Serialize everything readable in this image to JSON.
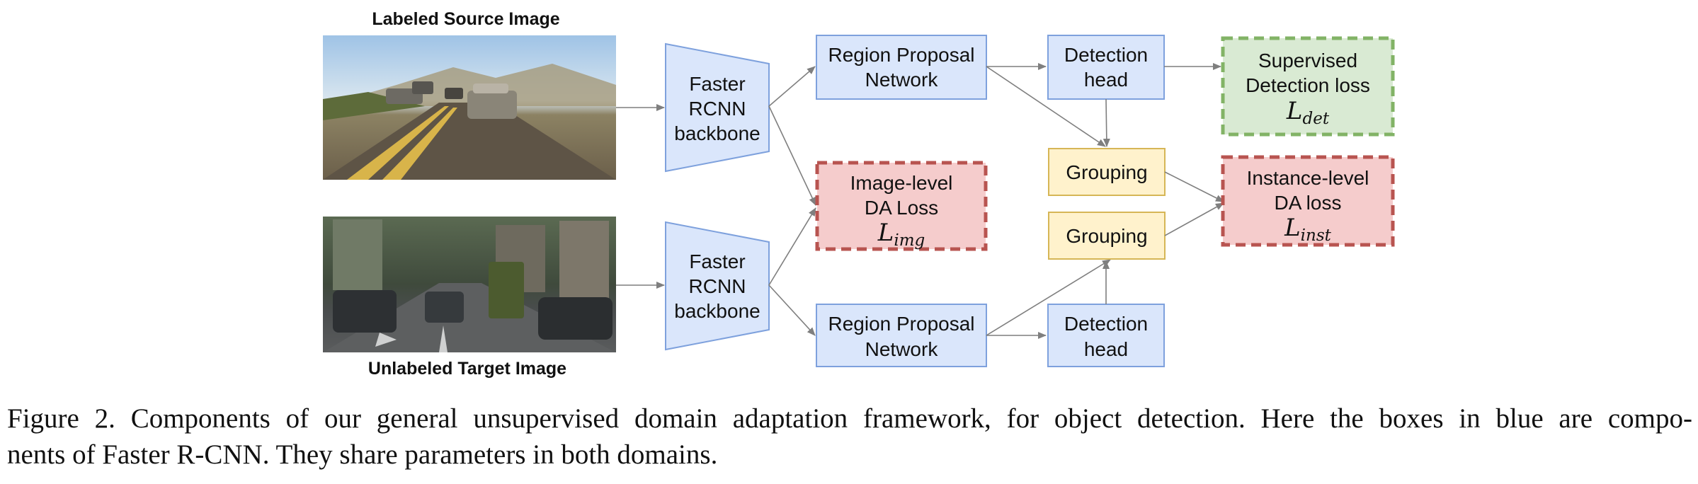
{
  "images": {
    "source_label": "Labeled Source Image",
    "target_label": "Unlabeled Target Image"
  },
  "backbone_top": [
    "Faster",
    "RCNN",
    "backbone"
  ],
  "backbone_bottom": [
    "Faster",
    "RCNN",
    "backbone"
  ],
  "rpn_top": [
    "Region Proposal",
    "Network"
  ],
  "rpn_bottom": [
    "Region Proposal",
    "Network"
  ],
  "det_top": [
    "Detection",
    "head"
  ],
  "det_bottom": [
    "Detection",
    "head"
  ],
  "grouping_top": "Grouping",
  "grouping_bottom": "Grouping",
  "image_da": {
    "lines": [
      "Image-level",
      "DA Loss"
    ],
    "sym": "L",
    "sub": "img"
  },
  "sup_loss": {
    "lines": [
      "Supervised",
      "Detection loss"
    ],
    "sym": "L",
    "sub": "det"
  },
  "inst_da": {
    "lines": [
      "Instance-level",
      "DA loss"
    ],
    "sym": "L",
    "sub": "inst"
  },
  "colors": {
    "blue_fill": "#dae6fb",
    "blue_stroke": "#7ea1dd",
    "red_fill": "#f5cccc",
    "red_stroke": "#b85450",
    "green_fill": "#d9ead3",
    "green_stroke": "#82b366",
    "yellow_fill": "#fff2cc",
    "yellow_stroke": "#d6b656",
    "arrow": "#7f7f7f"
  },
  "caption": {
    "line1": "Figure 2. Components of our general unsupervised domain adaptation framework, for object detection. Here the boxes in blue are compo-",
    "line2": "nents of Faster R-CNN. They share parameters in both domains."
  }
}
